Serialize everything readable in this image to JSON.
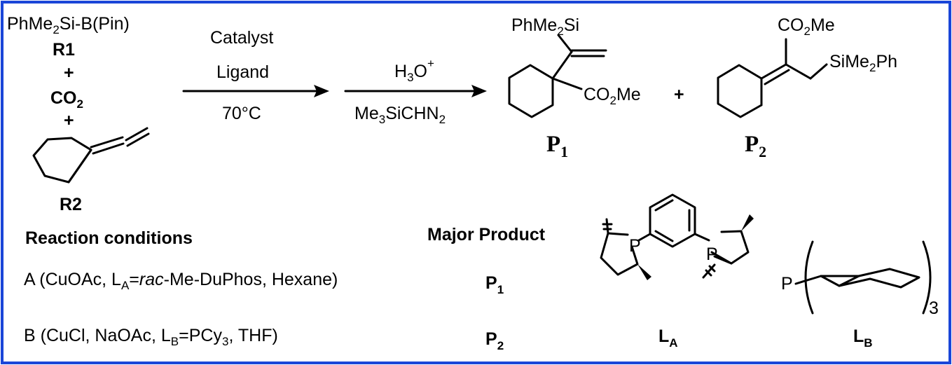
{
  "frame_color": "#1a46d8",
  "reactants": {
    "r1_formula": "PhMe2Si-B(Pin)",
    "r1_label": "R1",
    "plus1": "+",
    "co2": "CO2",
    "plus2": "+",
    "r2_label": "R2"
  },
  "arrow1": {
    "top_line1": "Catalyst",
    "top_line2": "Ligand",
    "bottom": "70°C"
  },
  "arrow2": {
    "top": "H3O+",
    "bottom": "Me3SiCHN2"
  },
  "products": {
    "p1_silyl": "PhMe2Si",
    "p1_ester": "CO2Me",
    "p1_label": "P1",
    "plus": "+",
    "p2_ester": "CO2Me",
    "p2_silyl": "SiMe2Ph",
    "p2_label": "P2"
  },
  "conditions": {
    "heading": "Reaction conditions",
    "major_heading": "Major Product",
    "rows": [
      {
        "text": "A (CuOAc, LA=rac-Me-DuPhos, Hexane)",
        "product": "P1"
      },
      {
        "text": "B (CuCl, NaOAc, LB=PCy3, THF)",
        "product": "P2"
      }
    ]
  },
  "ligands": {
    "la_atom1": "P",
    "la_atom2": "P",
    "la_label": "LA",
    "lb_atom": "P",
    "lb_count": "3",
    "lb_label": "LB"
  }
}
